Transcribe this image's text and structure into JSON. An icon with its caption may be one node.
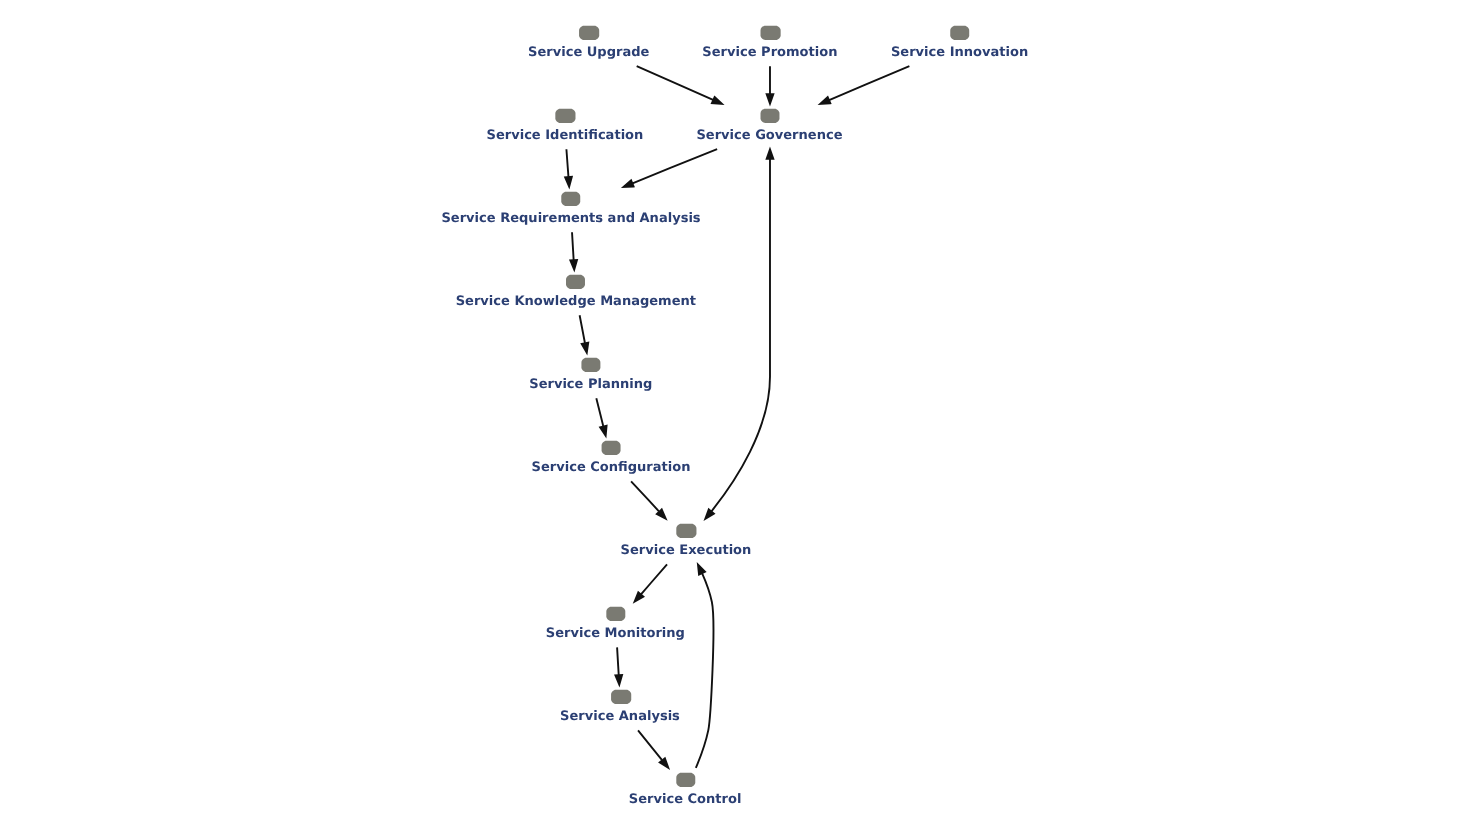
{
  "diagram": {
    "nodes": [
      {
        "text": [
          "Service Upgrade"
        ]
      },
      {
        "text": [
          "Service Promotion"
        ]
      },
      {
        "text": [
          "Service Innovation"
        ]
      },
      {
        "text": [
          "Service Governence"
        ]
      },
      {
        "text": [
          "Service Identification"
        ]
      },
      {
        "text": [
          "Service Requirements and Analysis"
        ]
      },
      {
        "text": [
          "Service Knowledge Management"
        ]
      },
      {
        "text": [
          "Service Planning"
        ]
      },
      {
        "text": [
          "Service Configuration"
        ]
      },
      {
        "text": [
          "Service Execution"
        ]
      },
      {
        "text": [
          "Service Monitoring"
        ]
      },
      {
        "text": [
          "Service Analysis"
        ]
      },
      {
        "text": [
          "Service Control"
        ]
      }
    ],
    "edges": [
      {
        "from": 0,
        "to": 3,
        "arrow": "to"
      },
      {
        "from": 1,
        "to": 3,
        "arrow": "to"
      },
      {
        "from": 2,
        "to": 3,
        "arrow": "to"
      },
      {
        "from": 3,
        "to": 9,
        "arrow": "both"
      },
      {
        "from": 3,
        "to": 5,
        "arrow": "to"
      },
      {
        "from": 4,
        "to": 5,
        "arrow": "to"
      },
      {
        "from": 5,
        "to": 6,
        "arrow": "to"
      },
      {
        "from": 6,
        "to": 7,
        "arrow": "to"
      },
      {
        "from": 7,
        "to": 8,
        "arrow": "to"
      },
      {
        "from": 8,
        "to": 9,
        "arrow": "to"
      },
      {
        "from": 9,
        "to": 10,
        "arrow": "to"
      },
      {
        "from": 10,
        "to": 11,
        "arrow": "to"
      },
      {
        "from": 11,
        "to": 12,
        "arrow": "to"
      },
      {
        "from": 12,
        "to": 9,
        "arrow": "to"
      }
    ]
  }
}
